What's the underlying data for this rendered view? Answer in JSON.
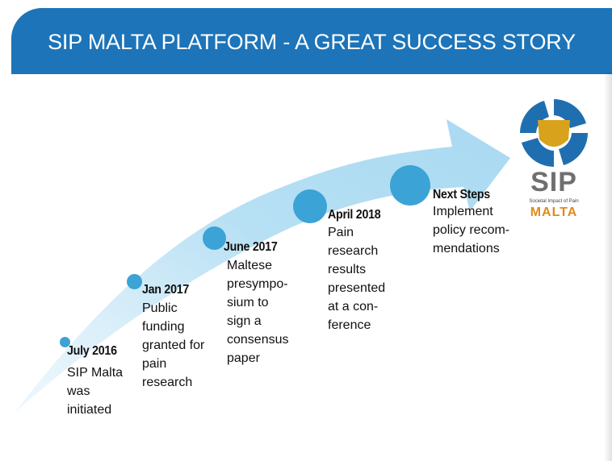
{
  "header": {
    "title": "SIP MALTA PLATFORM - A GREAT SUCCESS STORY"
  },
  "milestones": [
    {
      "title": "July 2016",
      "text": "SIP Malta\nwas\ninitiated"
    },
    {
      "title": "Jan 2017",
      "text": "Public\nfunding\ngranted for\npain\nresearch"
    },
    {
      "title": "June 2017",
      "text": "Maltese\npresympo-\nsium to\nsign a\nconsensus\npaper"
    },
    {
      "title": "April 2018",
      "text": "Pain\nresearch\nresults\npresented\nat a con-\nference"
    },
    {
      "title": "Next Steps",
      "text": "Implement\npolicy recom-\nmendations"
    }
  ],
  "logo": {
    "wordmark": "SIP",
    "tagline": "Societal Impact of Pain",
    "country": "MALTA",
    "colors": {
      "blue": "#1f6fb0",
      "gold": "#d9a21c",
      "gray": "#6f6f6f",
      "orange": "#e08a1e"
    }
  },
  "colors": {
    "header": "#1d74b8",
    "arrow_light": "#d6eefa",
    "arrow_dark": "#9fd2ee",
    "dot": "#3ba3d6"
  }
}
